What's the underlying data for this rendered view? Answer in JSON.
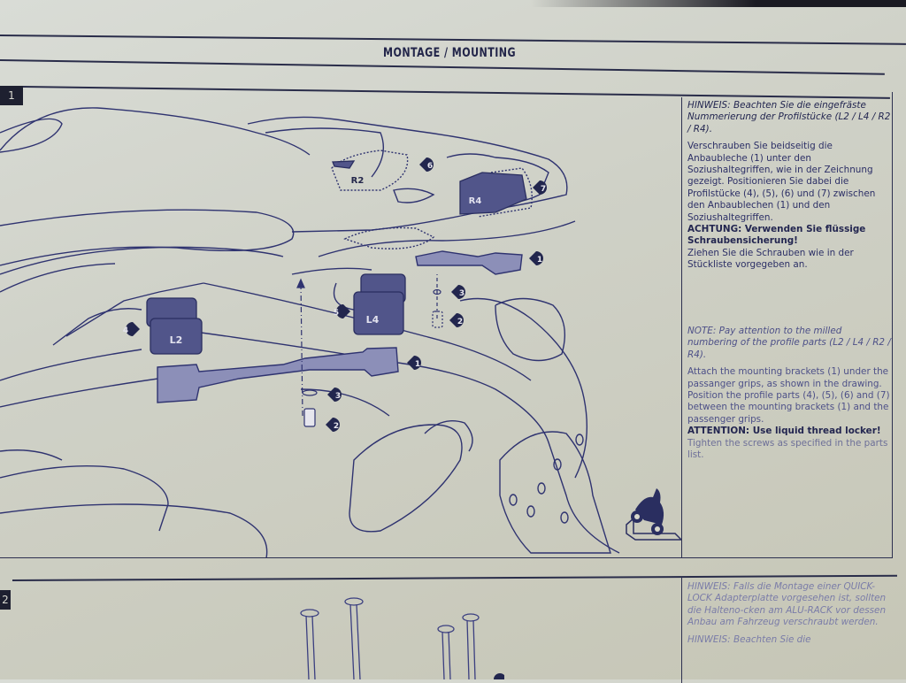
{
  "header": {
    "title": "MONTAGE / MOUNTING"
  },
  "steps": [
    {
      "number": "1",
      "diagram": {
        "part_labels": [
          "R2",
          "R4",
          "L2",
          "L4"
        ],
        "callouts": [
          "6",
          "7",
          "1",
          "3",
          "2",
          "5",
          "4",
          "1",
          "3",
          "2"
        ]
      },
      "notes": {
        "de_hint": "HINWEIS: Beachten Sie die eingefräste Nummerierung der Profilstücke (L2 / L4 / R2 / R4).",
        "de_body": "Verschrauben Sie beidseitig die Anbaubleche (1) unter den Soziushaltegriffen, wie in der Zeichnung gezeigt. Positionieren Sie dabei die Profilstücke (4), (5), (6) und (7) zwischen den Anbaublechen (1) und den Soziushaltegriffen.",
        "de_warning": "ACHTUNG: Verwenden Sie flüssige Schraubensicherung!",
        "de_tail": "Ziehen Sie die Schrauben wie in der Stückliste vorgegeben an.",
        "en_hint": "NOTE: Pay attention to the milled numbering of the profile parts (L2 / L4 / R2 / R4).",
        "en_body": "Attach the mounting brackets (1) under the passanger grips, as shown in the drawing. Position the profile parts (4), (5), (6) and (7) between the mounting brackets (1) and the passenger grips.",
        "en_warning": "ATTENTION: Use liquid thread locker!",
        "en_tail": "Tighten the screws as specified in the parts list."
      }
    },
    {
      "number": "2",
      "notes": {
        "de_hint": "HINWEIS: Falls die Montage einer QUICK-LOCK Adapterplatte vorgesehen ist, sollten die Halteno-cken am ALU-RACK vor dessen Anbau am Fahrzeug verschraubt werden.",
        "de_next": "HINWEIS: Beachten Sie die"
      }
    }
  ],
  "icons": {
    "workshop": "motorcycle-on-stand-icon"
  }
}
